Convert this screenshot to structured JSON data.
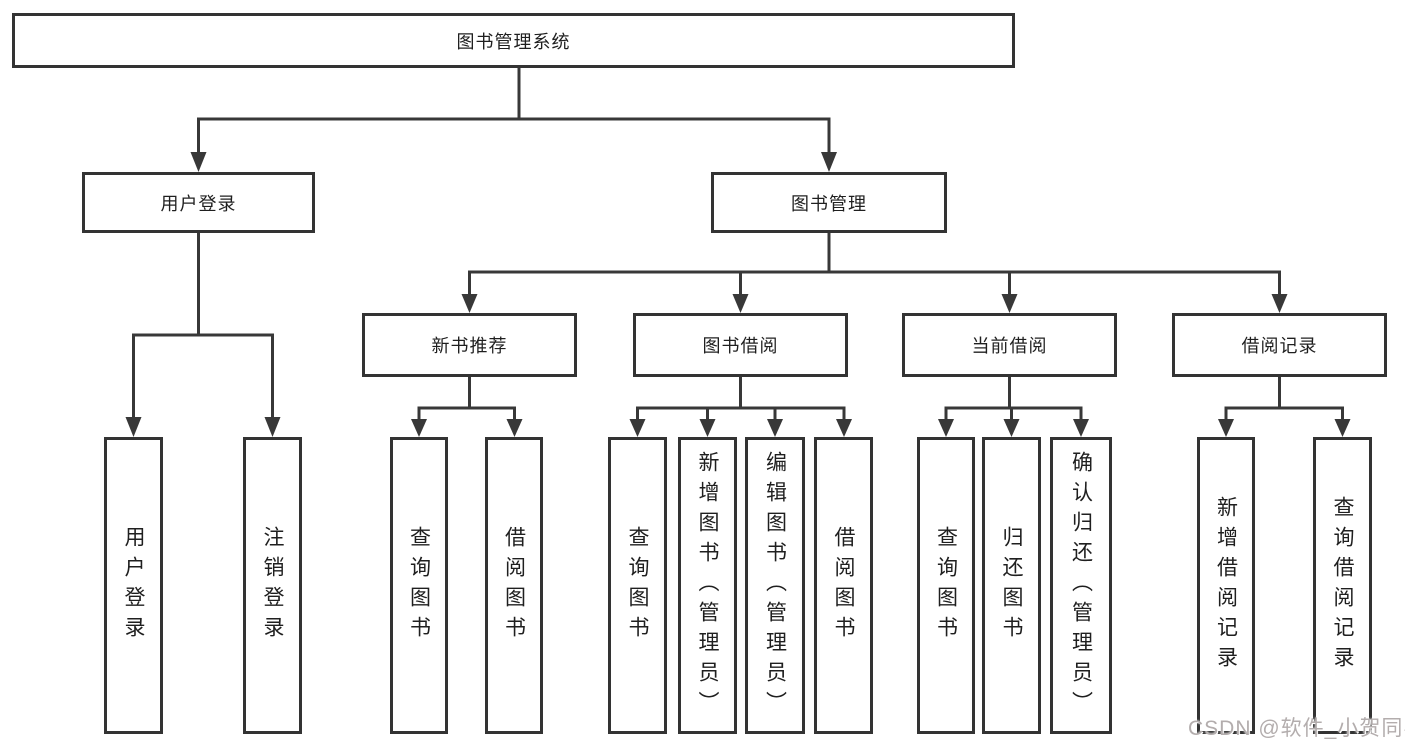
{
  "diagram": {
    "root": {
      "label": "图书管理系统"
    },
    "branches": [
      {
        "label": "用户登录",
        "children": [
          {
            "label": "用户登录"
          },
          {
            "label": "注销登录"
          }
        ]
      },
      {
        "label": "图书管理",
        "children": [
          {
            "label": "新书推荐",
            "children": [
              {
                "label": "查询图书"
              },
              {
                "label": "借阅图书"
              }
            ]
          },
          {
            "label": "图书借阅",
            "children": [
              {
                "label": "查询图书"
              },
              {
                "label": "新增图书（管理员）"
              },
              {
                "label": "编辑图书（管理员）"
              },
              {
                "label": "借阅图书"
              }
            ]
          },
          {
            "label": "当前借阅",
            "children": [
              {
                "label": "查询图书"
              },
              {
                "label": "归还图书"
              },
              {
                "label": "确认归还（管理员）"
              }
            ]
          },
          {
            "label": "借阅记录",
            "children": [
              {
                "label": "新增借阅记录"
              },
              {
                "label": "查询借阅记录"
              }
            ]
          }
        ]
      }
    ]
  },
  "watermark": {
    "text": "CSDN @软件_小贺同学",
    "color": "#b3adad"
  },
  "colors": {
    "line": "#383838",
    "border": "#333333",
    "text": "#1f1f1f",
    "background": "#ffffff"
  }
}
